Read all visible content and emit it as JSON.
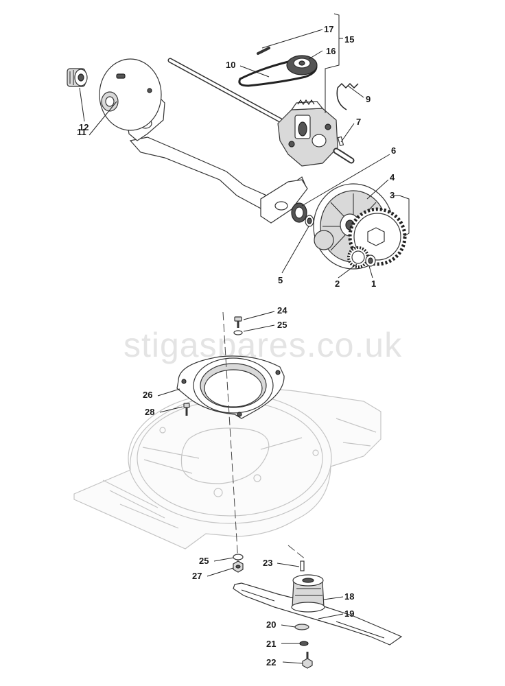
{
  "watermark": "stigaspares.co.uk",
  "callouts": [
    {
      "id": "c1",
      "text": "1"
    },
    {
      "id": "c2",
      "text": "2"
    },
    {
      "id": "c3",
      "text": "3"
    },
    {
      "id": "c4",
      "text": "4"
    },
    {
      "id": "c5",
      "text": "5"
    },
    {
      "id": "c6",
      "text": "6"
    },
    {
      "id": "c7",
      "text": "7"
    },
    {
      "id": "c9",
      "text": "9"
    },
    {
      "id": "c10",
      "text": "10"
    },
    {
      "id": "c11",
      "text": "11"
    },
    {
      "id": "c12",
      "text": "12"
    },
    {
      "id": "c15",
      "text": "15"
    },
    {
      "id": "c16",
      "text": "16"
    },
    {
      "id": "c17",
      "text": "17"
    },
    {
      "id": "c18",
      "text": "18"
    },
    {
      "id": "c19",
      "text": "19"
    },
    {
      "id": "c20",
      "text": "20"
    },
    {
      "id": "c21",
      "text": "21"
    },
    {
      "id": "c22",
      "text": "22"
    },
    {
      "id": "c23",
      "text": "23"
    },
    {
      "id": "c24",
      "text": "24"
    },
    {
      "id": "c25a",
      "text": "25"
    },
    {
      "id": "c25b",
      "text": "25"
    },
    {
      "id": "c26",
      "text": "26"
    },
    {
      "id": "c27",
      "text": "27"
    },
    {
      "id": "c28",
      "text": "28"
    }
  ]
}
